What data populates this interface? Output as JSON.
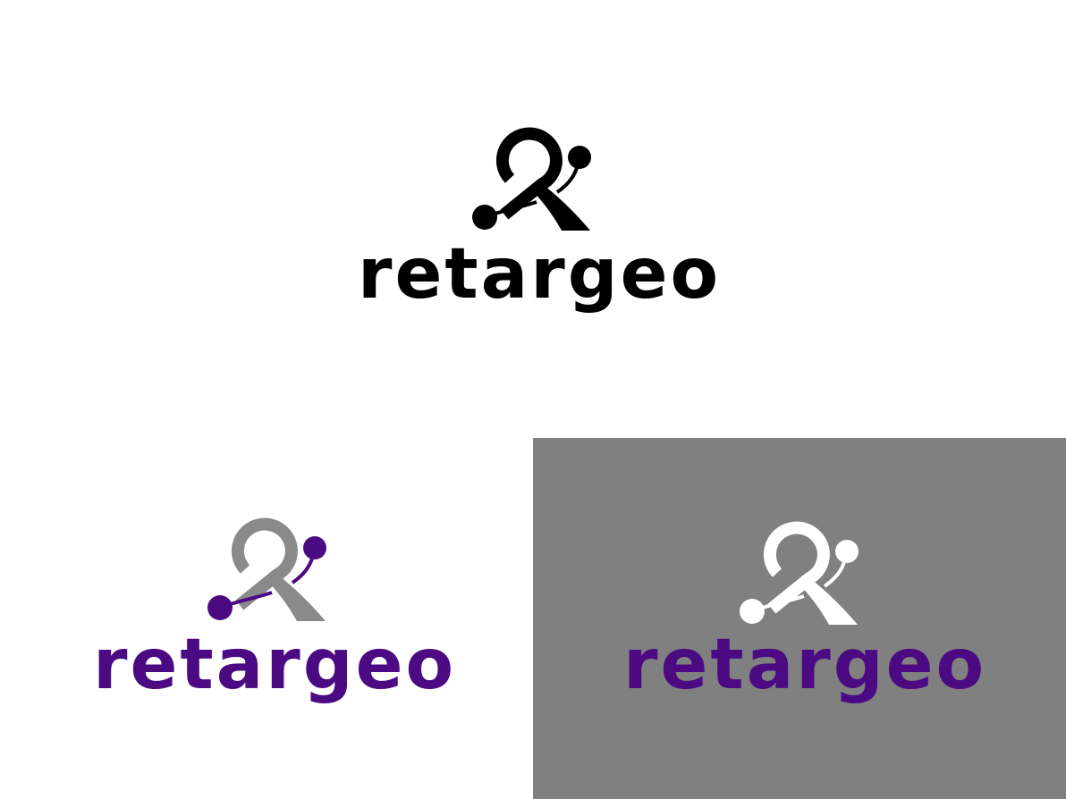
{
  "brand": {
    "name": "retargeo"
  },
  "variants": [
    {
      "id": "black",
      "text": "retargeo",
      "text_color": "#000000",
      "mark_color": "#000000",
      "accent_color": "#000000",
      "background": "#ffffff"
    },
    {
      "id": "color",
      "text": "retargeo",
      "text_color": "#4b0a82",
      "mark_color": "#8a8a8a",
      "accent_color": "#4b0a82",
      "background": "#ffffff"
    },
    {
      "id": "on-gray",
      "text": "retargeo",
      "text_color": "#4b0a82",
      "mark_color": "#ffffff",
      "accent_color": "#ffffff",
      "background": "#808080"
    }
  ]
}
